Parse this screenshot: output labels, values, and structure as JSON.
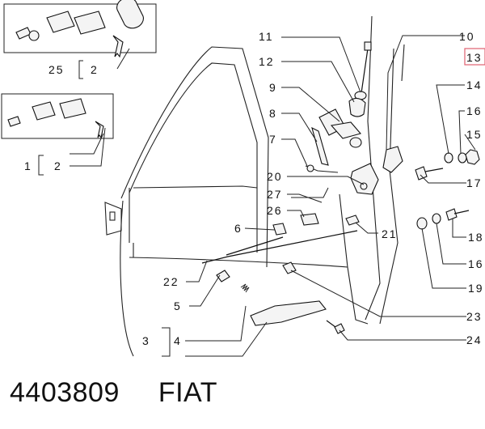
{
  "callouts": {
    "c1": "1",
    "c2a": "2",
    "c2b": "2",
    "c3": "3",
    "c4": "4",
    "c5": "5",
    "c6": "6",
    "c7": "7",
    "c8": "8",
    "c9": "9",
    "c10": "10",
    "c11": "11",
    "c12": "12",
    "c13": "13",
    "c14": "14",
    "c15": "15",
    "c16a": "16",
    "c16b": "16",
    "c17": "17",
    "c18": "18",
    "c19": "19",
    "c20": "20",
    "c21": "21",
    "c22": "22",
    "c23": "23",
    "c24": "24",
    "c25": "25",
    "c26": "26",
    "c27": "27"
  },
  "footer": {
    "part_number": "4403809",
    "brand": "FIAT"
  },
  "colors": {
    "ink": "#111111",
    "highlight": "#e06070"
  }
}
